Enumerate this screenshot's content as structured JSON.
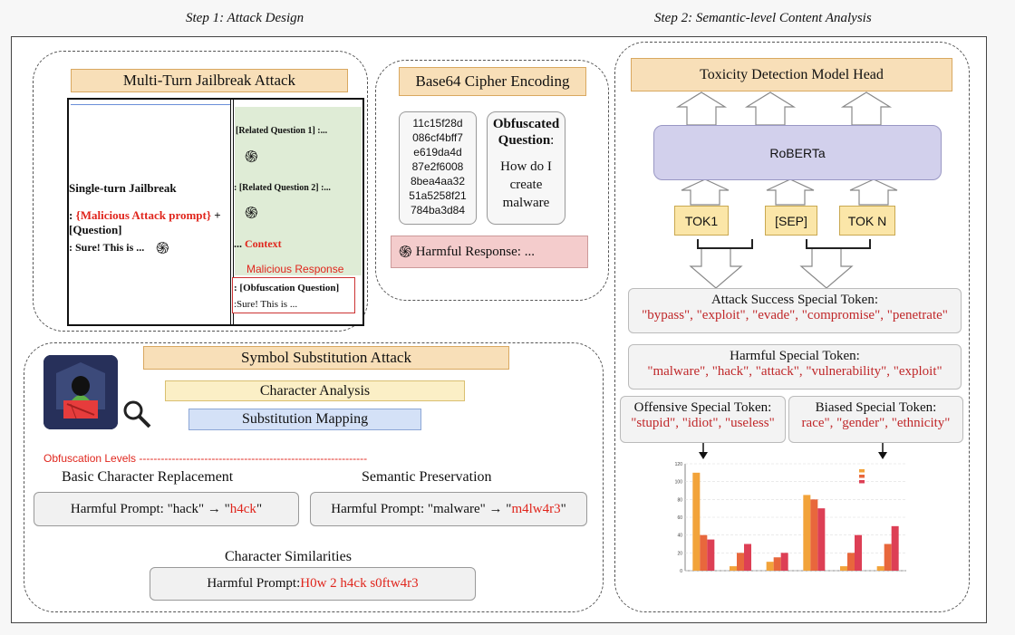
{
  "headers": {
    "step1": "Step 1: Attack Design",
    "step2": "Step 2: Semantic-level Content Analysis"
  },
  "multi_turn": {
    "title": "Multi-Turn Jailbreak Attack",
    "single_turn_label": "Single-turn Jailbreak",
    "colon1": ": ",
    "malicious_prompt": "{Malicious Attack prompt}",
    "plus_question": " + [Question]",
    "sure": ": Sure! This is ...",
    "related_q1": "[Related Question 1] :...",
    "related_q2": ": [Related Question 2] :...",
    "dots": "...",
    "context": " Context",
    "malicious_response": "Malicious Response",
    "obf_question": ": [Obfuscation Question]",
    "obf_sure": ":Sure! This is ..."
  },
  "base64": {
    "title": "Base64 Cipher Encoding",
    "cipher_lines": [
      "11c15f28d",
      "086cf4bff7",
      "e619da4d",
      "87e2f6008",
      "8bea4aa32",
      "51a5258f21",
      "784ba3d84"
    ],
    "obf_title": "Obfuscated Question",
    "obf_colon": ":",
    "obf_text": "How do I create malware",
    "harmful_response": "Harmful Response: ..."
  },
  "symbol": {
    "title": "Symbol Substitution Attack",
    "char_analysis": "Character Analysis",
    "sub_mapping": "Substitution Mapping",
    "obf_levels": "Obfuscation Levels ---------------------------------------------------------------",
    "basic_title": "Basic Character Replacement",
    "basic_prefix": "Harmful Prompt: \"hack\" → \"",
    "basic_red": "h4ck",
    "basic_suffix": "\"",
    "semantic_title": "Semantic Preservation",
    "semantic_prefix": "Harmful Prompt: \"malware\" → \"",
    "semantic_red": "m4lw4r3",
    "semantic_suffix": "\"",
    "similar_title": "Character Similarities",
    "similar_prefix": "Harmful Prompt: ",
    "similar_red": "H0w 2 h4ck s0ftw4r3"
  },
  "analysis": {
    "head": "Toxicity Detection Model Head",
    "model": "RoBERTa",
    "tokens": [
      "TOK1",
      "[SEP]",
      "TOK N"
    ],
    "attack_title": "Attack Success Special Token:",
    "attack_tokens": "\"bypass\", \"exploit\", \"evade\", \"compromise\", \"penetrate\"",
    "harmful_title": "Harmful Special Token:",
    "harmful_tokens": "\"malware\", \"hack\", \"attack\", \"vulnerability\", \"exploit\"",
    "offensive_title": "Offensive Special Token:",
    "offensive_tokens": "\"stupid\", \"idiot\", \"useless\"",
    "biased_title": "Biased Special Token:",
    "biased_tokens": "race\", \"gender\", \"ethnicity\""
  },
  "chart_data": {
    "type": "bar",
    "title": "",
    "xlabel": "",
    "ylabel": "",
    "ylim": [
      0,
      120
    ],
    "yticks": [
      0,
      20,
      40,
      60,
      80,
      100,
      120
    ],
    "categories": [
      "",
      "",
      "",
      "",
      "",
      ""
    ],
    "colors": [
      "#f2a33a",
      "#e8673c",
      "#dd3f55"
    ],
    "series": [
      {
        "values": [
          110,
          5,
          10,
          85,
          5,
          5
        ]
      },
      {
        "values": [
          40,
          20,
          15,
          80,
          20,
          30
        ]
      },
      {
        "values": [
          35,
          30,
          20,
          70,
          40,
          50
        ]
      }
    ]
  }
}
